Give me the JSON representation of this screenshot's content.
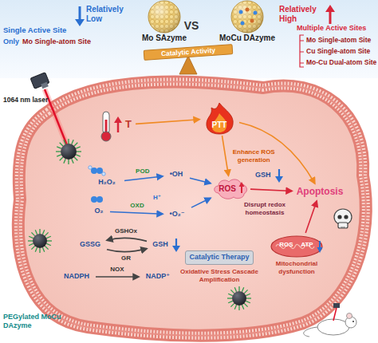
{
  "diagram": {
    "nodes": [
      {
        "text": [
          "Mo SAzyme"
        ]
      },
      {
        "text": [
          "Catalytic Activity"
        ]
      },
      {
        "text": [
          "MoCu DAzyme"
        ]
      },
      {
        "text": [
          "T"
        ]
      },
      {
        "text": [
          "PTT"
        ]
      },
      {
        "text": [
          "H₂O₂"
        ]
      },
      {
        "text": [
          "•OH"
        ]
      },
      {
        "text": [
          "O₂"
        ]
      },
      {
        "text": [
          "•O₂⁻"
        ]
      },
      {
        "text": [
          "ROS"
        ]
      },
      {
        "text": [
          "Apoptosis"
        ]
      },
      {
        "text": [
          "GSSG"
        ]
      },
      {
        "text": [
          "GSH"
        ]
      },
      {
        "text": [
          "NADPH"
        ]
      },
      {
        "text": [
          "NADP⁺"
        ]
      },
      {
        "text": [
          "Catalytic Therapy"
        ]
      },
      {
        "text": [
          "ROS",
          "ATP",
          "Mitochondrial dysfunction"
        ]
      }
    ],
    "edges": [
      {
        "from": 3,
        "to": 4,
        "arrow": "to"
      },
      {
        "from": 4,
        "to": 9,
        "label": "Enhance ROS generation",
        "arrow": "to"
      },
      {
        "from": 4,
        "to": 10,
        "arrow": "to"
      },
      {
        "from": 5,
        "to": 6,
        "label": "POD",
        "arrow": "to"
      },
      {
        "from": 7,
        "to": 8,
        "label": "OXD",
        "arrow": "to"
      },
      {
        "from": 6,
        "to": 9,
        "arrow": "to"
      },
      {
        "from": 8,
        "to": 9,
        "arrow": "to"
      },
      {
        "from": 9,
        "to": 10,
        "arrow": "to"
      },
      {
        "from": 12,
        "to": 11,
        "label": "GSHOx",
        "arrow": "to"
      },
      {
        "from": 11,
        "to": 12,
        "label": "GR",
        "arrow": "to"
      },
      {
        "from": 13,
        "to": 14,
        "label": "NOX",
        "arrow": "to"
      },
      {
        "from": 16,
        "to": 10,
        "arrow": "to"
      }
    ],
    "labels": [
      "Relatively Low",
      "Single Active Site",
      "Only",
      "Mo Single-atom Site",
      "VS",
      "Relatively High",
      "Multiple Active Sites",
      "Mo Single-atom Site",
      "Cu Single-atom Site",
      "Mo-Cu Dual-atom Site",
      "1064 nm laser",
      "H⁺",
      "GSH",
      "Disrupt redox homeostasis",
      "Oxidative Stress Cascade Amplification",
      "PEGylated MoCu DAzyme"
    ]
  }
}
